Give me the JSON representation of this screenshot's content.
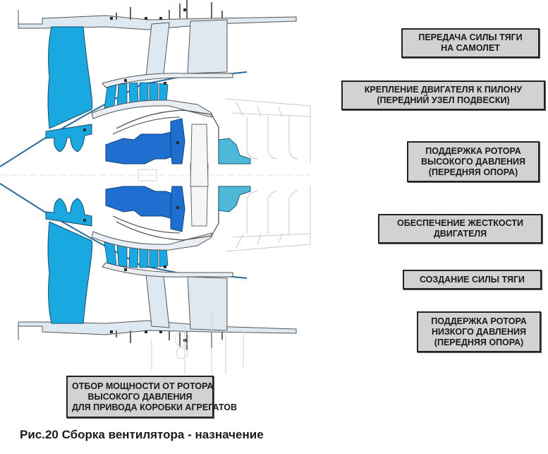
{
  "figure": {
    "caption": "Рис.20 Сборка вентилятора - назначение",
    "colors": {
      "fan_blade": "#1aa8e0",
      "hp_rotor_parts": "#1f6fd0",
      "accent_teal": "#4fb8d8",
      "static_structure_fill": "#dde8f0",
      "outline": "#3a3a3a",
      "faded_outline": "#c8c8c8",
      "label_bg": "#d2d2d2",
      "label_border": "#222222"
    }
  },
  "labels": [
    {
      "id": "thrust-transfer",
      "lines": [
        "ПЕРЕДАЧА СИЛЫ ТЯГИ",
        "НА САМОЛЕТ"
      ]
    },
    {
      "id": "pylon-mount",
      "lines": [
        "КРЕПЛЕНИЕ ДВИГАТЕЛЯ К ПИЛОНУ",
        "(ПЕРЕДНИЙ УЗЕЛ ПОДВЕСКИ)"
      ]
    },
    {
      "id": "hp-rotor-support",
      "lines": [
        "ПОДДЕРЖКА РОТОРА",
        "ВЫСОКОГО ДАВЛЕНИЯ",
        "(ПЕРЕДНЯЯ ОПОРА)"
      ]
    },
    {
      "id": "engine-rigidity",
      "lines": [
        "ОБЕСПЕЧЕНИЕ ЖЕСТКОСТИ",
        "ДВИГАТЕЛЯ"
      ]
    },
    {
      "id": "thrust-creation",
      "lines": [
        "СОЗДАНИЕ СИЛЫ ТЯГИ"
      ]
    },
    {
      "id": "lp-rotor-support",
      "lines": [
        "ПОДДЕРЖКА РОТОРА",
        "НИЗКОГО ДАВЛЕНИЯ",
        "(ПЕРЕДНЯЯ ОПОРА)"
      ]
    },
    {
      "id": "power-offtake",
      "lines": [
        "ОТБОР МОЩНОСТИ ОТ РОТОРА",
        "ВЫСОКОГО ДАВЛЕНИЯ",
        "ДЛЯ ПРИВОДА КОРОБКИ АГРЕГАТОВ"
      ]
    }
  ]
}
